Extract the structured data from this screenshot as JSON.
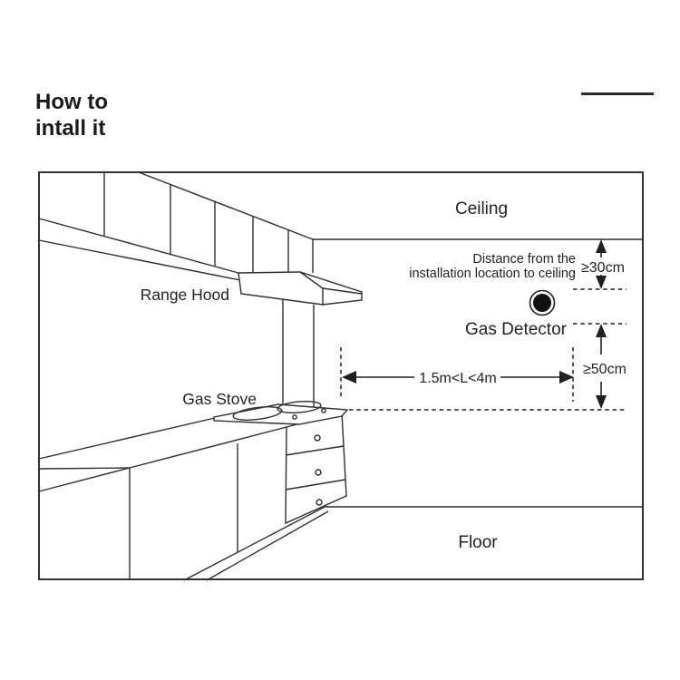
{
  "header": {
    "title_line1": "How to",
    "title_line2": "intall it"
  },
  "diagram": {
    "room_labels": {
      "ceiling": "Ceiling",
      "floor": "Floor"
    },
    "equipment_labels": {
      "range_hood": "Range Hood",
      "gas_stove": "Gas Stove",
      "gas_detector": "Gas Detector"
    },
    "dimensions": {
      "note_line1": "Distance from the",
      "note_line2": "installation location to ceiling",
      "ceiling_clearance": "≥30cm",
      "vertical_clearance": "≥50cm",
      "horizontal_distance": "1.5m<L<4m"
    },
    "colors": {
      "line": "#2e2e2e",
      "text": "#232323",
      "detector_fill": "#111111",
      "background": "#ffffff"
    }
  }
}
